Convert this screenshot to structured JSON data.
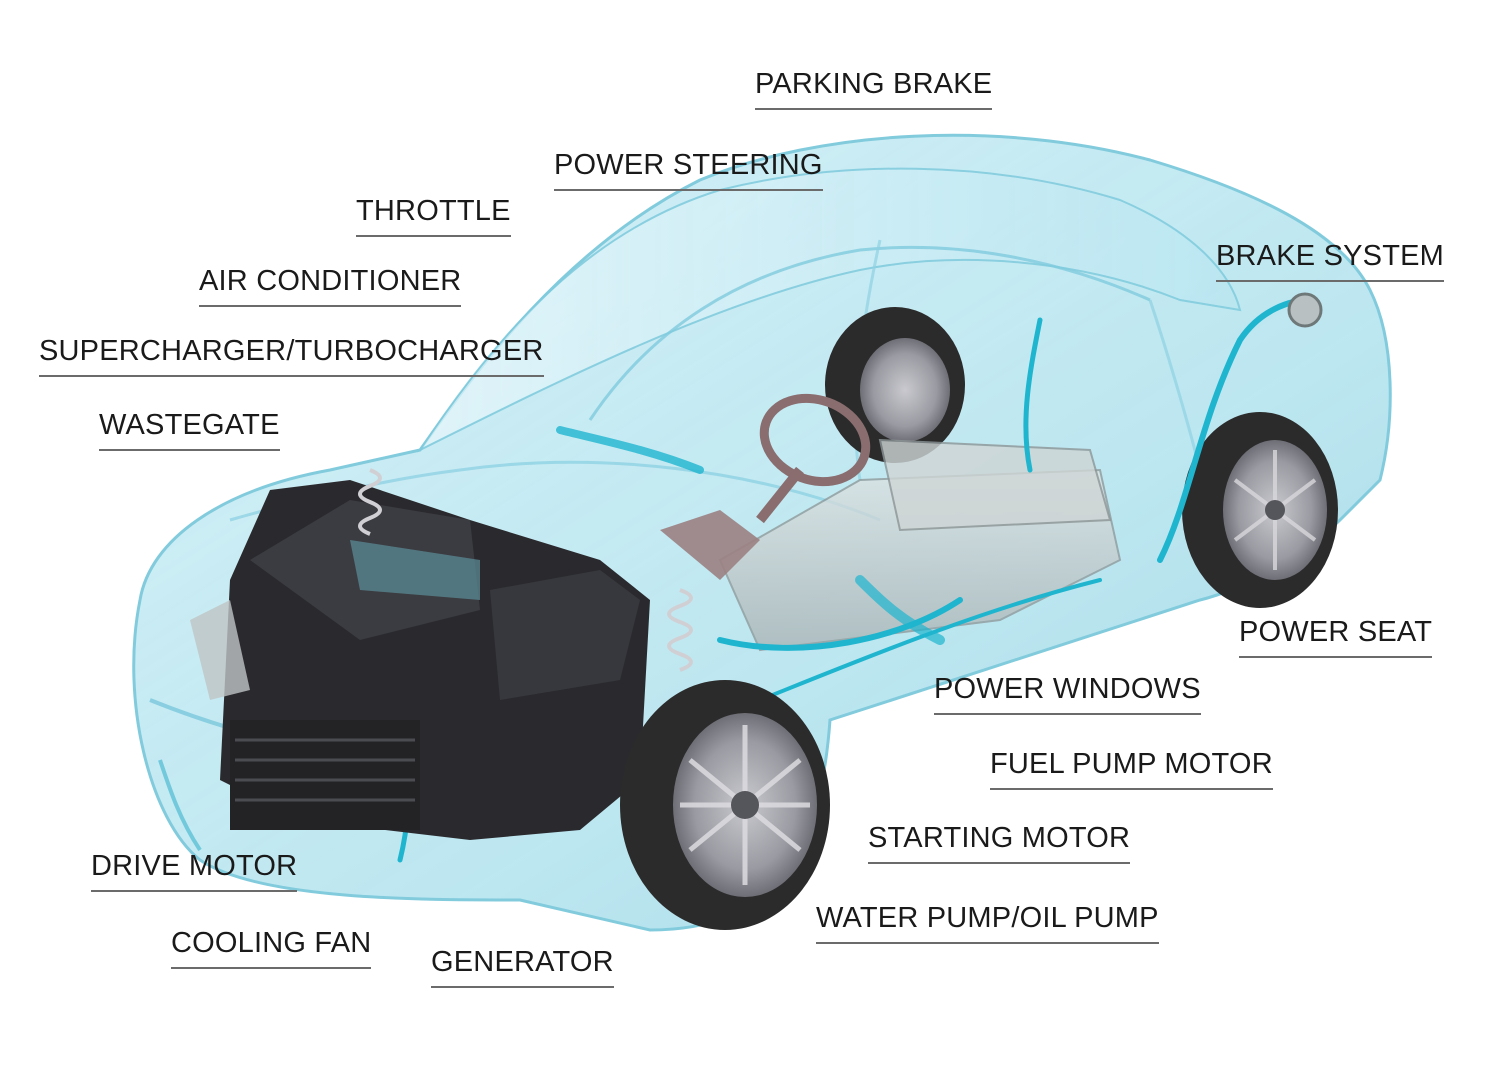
{
  "labels": {
    "parking_brake": "PARKING BRAKE",
    "power_steering": "POWER STEERING",
    "throttle": "THROTTLE",
    "air_conditioner": "AIR CONDITIONER",
    "supercharger_turbocharger": "SUPERCHARGER/TURBOCHARGER",
    "wastegate": "WASTEGATE",
    "brake_system": "BRAKE SYSTEM",
    "power_seat": "POWER SEAT",
    "power_windows": "POWER WINDOWS",
    "fuel_pump_motor": "FUEL PUMP MOTOR",
    "starting_motor": "STARTING MOTOR",
    "water_pump_oil_pump": "WATER PUMP/OIL PUMP",
    "drive_motor": "DRIVE MOTOR",
    "cooling_fan": "COOLING FAN",
    "generator": "GENERATOR"
  },
  "colors": {
    "body_tint": "#8fd6e8",
    "highlight_cyan": "#1fb5cf",
    "engine_dark": "#2a2a2e",
    "tire": "#2b2b2b",
    "rim": "#9a9aa2",
    "battery": "#c9cfcf",
    "label_text": "#1a1a1a",
    "label_rule": "#6b6b6b"
  },
  "illustration": {
    "subject": "transparent car with visible drivetrain",
    "icons": [
      "car-body-outline",
      "engine-block-icon",
      "wheel-icon",
      "steering-wheel-icon",
      "battery-pack-icon"
    ]
  }
}
